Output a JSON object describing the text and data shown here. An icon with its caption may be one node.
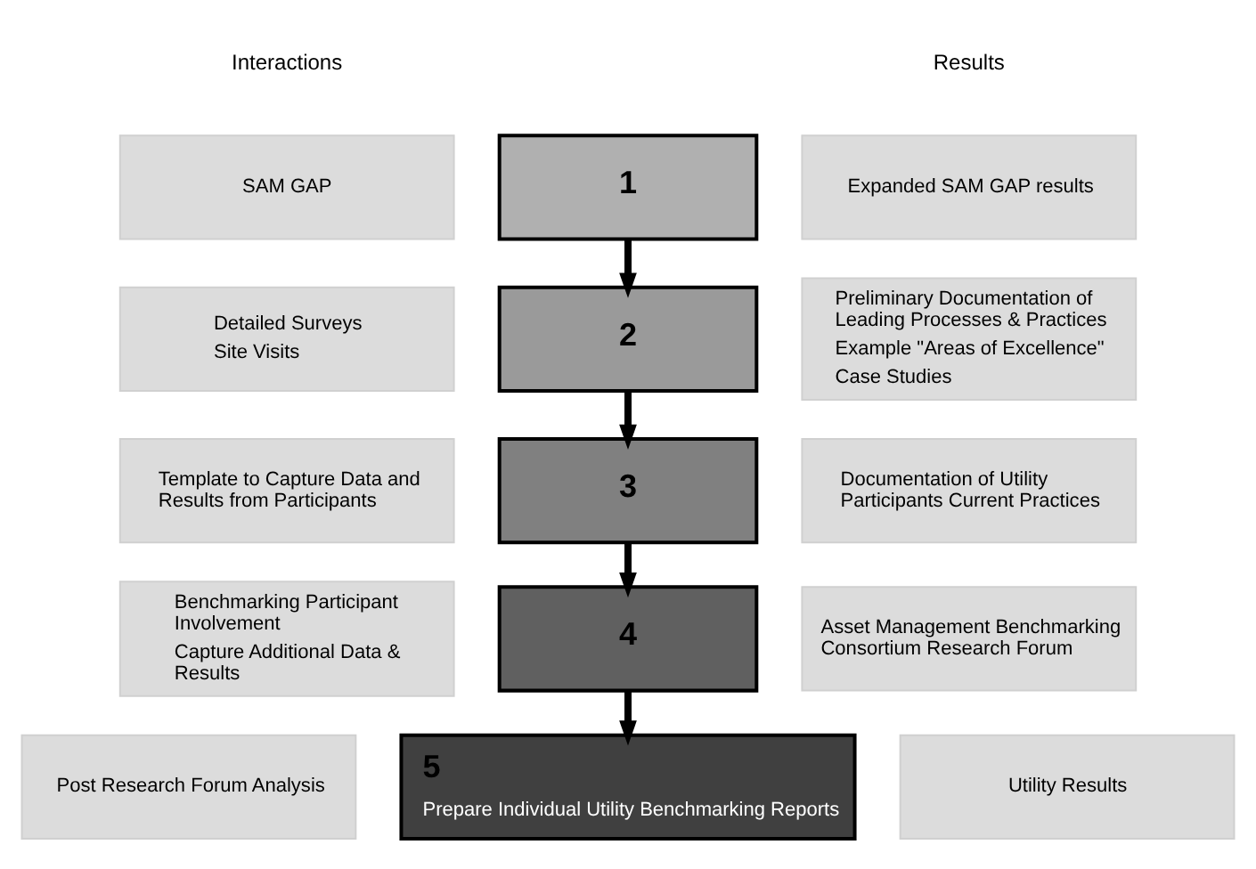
{
  "diagram": {
    "nodes": [
      {
        "text": [
          "SAM GAP"
        ]
      },
      {
        "text": [
          "1"
        ]
      },
      {
        "text": [
          "Expanded SAM GAP results"
        ]
      },
      {
        "text": [
          "Detailed Surveys",
          "Site Visits"
        ]
      },
      {
        "text": [
          "2"
        ]
      },
      {
        "text": [
          "Preliminary Documentation of Leading Processes & Practices",
          "Example \"Areas of Excellence\"",
          "Case Studies"
        ]
      },
      {
        "text": [
          "Template to Capture Data and Results from Participants"
        ]
      },
      {
        "text": [
          "3"
        ]
      },
      {
        "text": [
          "Documentation of Utility Participants Current Practices"
        ]
      },
      {
        "text": [
          "Benchmarking Participant Involvement",
          "Capture Additional Data & Results"
        ]
      },
      {
        "text": [
          "4"
        ]
      },
      {
        "text": [
          "Asset Management Benchmarking Consortium Research Forum"
        ]
      },
      {
        "text": [
          "Post Research Forum Analysis"
        ]
      },
      {
        "text": [
          "5",
          "Prepare Individual Utility Benchmarking Reports"
        ]
      },
      {
        "text": [
          "Utility Results"
        ]
      }
    ],
    "edges": [
      {
        "from": 1,
        "to": 4,
        "arrow": "to"
      },
      {
        "from": 4,
        "to": 7,
        "arrow": "to"
      },
      {
        "from": 7,
        "to": 10,
        "arrow": "to"
      },
      {
        "from": 10,
        "to": 13,
        "arrow": "to"
      }
    ],
    "labels": [
      "Interactions",
      "Results"
    ]
  }
}
